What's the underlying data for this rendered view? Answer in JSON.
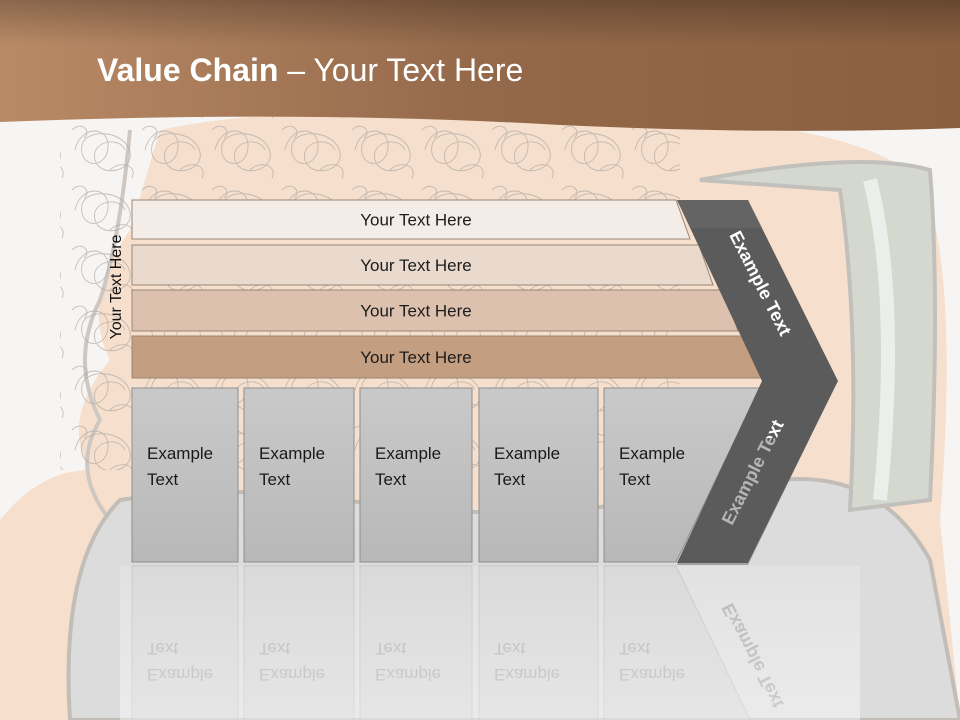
{
  "slide": {
    "title_bold": "Value Chain",
    "title_rest": " – Your Text Here",
    "side_label": "Your Text Here"
  },
  "support_rows": [
    {
      "label": "Your Text Here",
      "fill": "#f4ece6"
    },
    {
      "label": "Your Text Here",
      "fill": "#e9dacd"
    },
    {
      "label": "Your Text Here",
      "fill": "#dcc2ae"
    },
    {
      "label": "Your Text Here",
      "fill": "#c49e80"
    }
  ],
  "primary_boxes": [
    {
      "line1": "Example",
      "line2": "Text"
    },
    {
      "line1": "Example",
      "line2": "Text"
    },
    {
      "line1": "Example",
      "line2": "Text"
    },
    {
      "line1": "Example",
      "line2": "Text"
    },
    {
      "line1": "Example",
      "line2": "Text"
    }
  ],
  "arrow": {
    "top_label": "Example Text",
    "bottom_label": "Example Text"
  },
  "colors": {
    "header": "#9a6e4c",
    "box_fill": "#c0c0c0",
    "arrow_fill": "#5b5b5b"
  }
}
